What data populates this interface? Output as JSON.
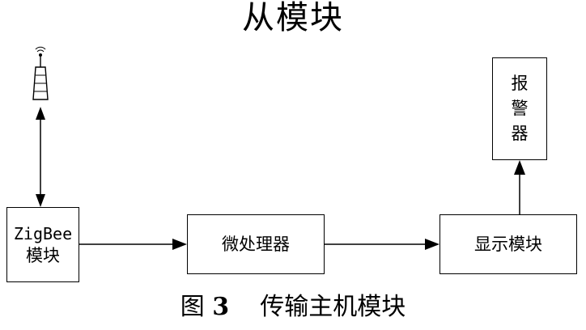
{
  "header": {
    "title": "从模块"
  },
  "blocks": {
    "zigbee": {
      "line1": "ZigBee",
      "line2": "模块"
    },
    "mcu": {
      "label": "微处理器"
    },
    "display": {
      "label": "显示模块"
    },
    "alarm": {
      "chars": [
        "报",
        "警",
        "器"
      ]
    }
  },
  "icons": {
    "antenna": "antenna-icon"
  },
  "caption": {
    "prefix": "图",
    "number": "3",
    "text": "传输主机模块"
  }
}
